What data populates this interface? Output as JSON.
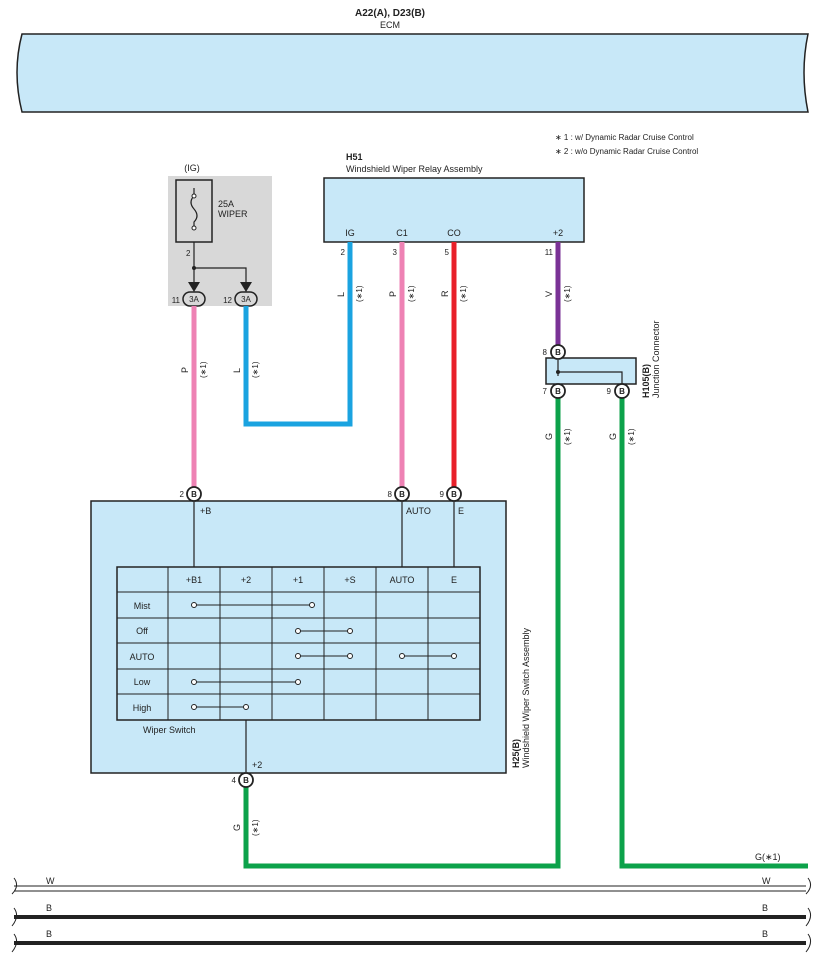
{
  "ecm": {
    "connectors": "A22(A), D23(B)",
    "name": "ECM"
  },
  "notes": [
    "∗ 1 : w/ Dynamic Radar Cruise Control",
    "∗ 2 : w/o Dynamic Radar Cruise Control"
  ],
  "fuse": {
    "circuit": "(IG)",
    "rating": "25A",
    "name": "WIPER",
    "pin_top": "2",
    "pin_left": "11",
    "pin_right": "12",
    "conn_left": "3A",
    "conn_right": "3A"
  },
  "relay": {
    "code": "H51",
    "name": "Windshield Wiper Relay Assembly",
    "terminals": [
      "IG",
      "C1",
      "CO",
      "+2"
    ],
    "pins": [
      "2",
      "3",
      "5",
      "11"
    ]
  },
  "junction": {
    "code": "H105(B)",
    "name": "Junction Connector",
    "pin_in": "8",
    "pin_out1": "7",
    "pin_out2": "9",
    "conn": "B"
  },
  "switch": {
    "code": "H25(B)",
    "name": "Windshield Wiper Switch Assembly",
    "label": "Wiper Switch",
    "pins": {
      "b": "2",
      "auto": "8",
      "e": "9",
      "plus2": "4"
    },
    "terminals": {
      "b": "+B",
      "auto": "AUTO",
      "e": "E",
      "plus2": "+2"
    },
    "conn": "B",
    "table": {
      "columns": [
        "+B1",
        "+2",
        "+1",
        "+S",
        "AUTO",
        "E"
      ],
      "rows": [
        "Mist",
        "Off",
        "AUTO",
        "Low",
        "High"
      ]
    }
  },
  "wire_labels": {
    "relay_ig": "L",
    "relay_c1": "P",
    "relay_co": "R",
    "relay_p2": "V",
    "fuse_left": "P",
    "fuse_right": "L",
    "jc_7": "G",
    "jc_9": "G",
    "sw_4": "G",
    "note": "(∗1)",
    "out": "G(∗1)"
  },
  "bus": [
    "W",
    "B",
    "B"
  ]
}
